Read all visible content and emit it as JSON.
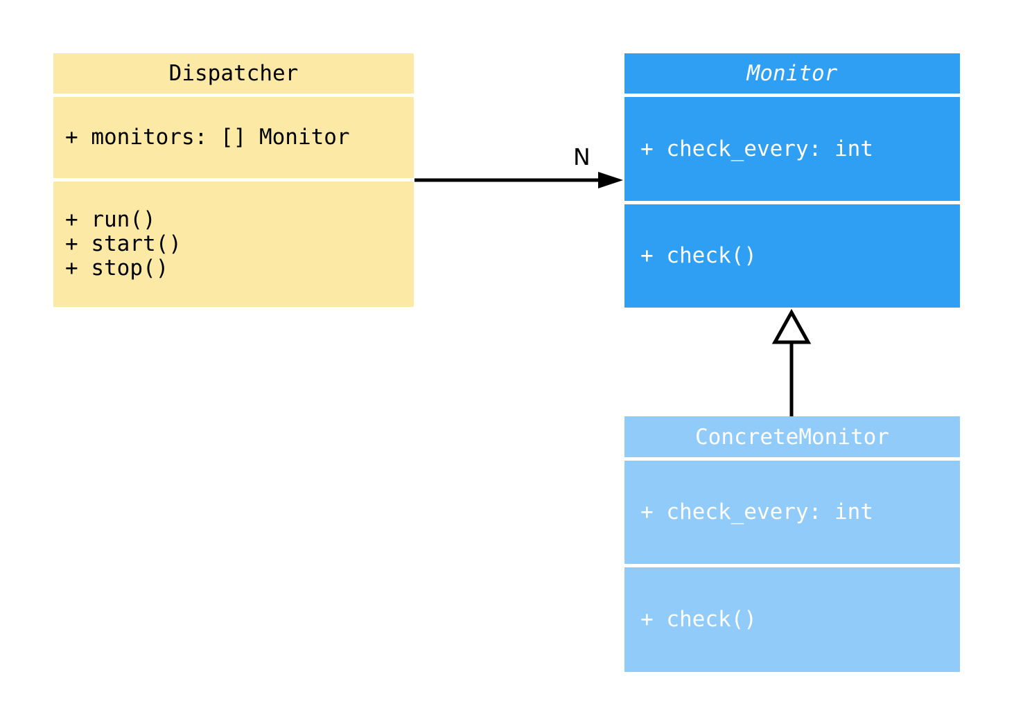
{
  "diagram": {
    "type": "uml-class-diagram",
    "background_color": "#ffffff",
    "line_color": "#000000",
    "classes": [
      {
        "id": "dispatcher",
        "name": "Dispatcher",
        "abstract": false,
        "fill": "#FBE9A5",
        "text_color": "#000000",
        "attributes": [
          "+ monitors: [] Monitor"
        ],
        "methods": [
          "+ run()",
          "+ start()",
          "+ stop()"
        ]
      },
      {
        "id": "monitor",
        "name": "Monitor",
        "abstract": true,
        "fill": "#2E9FF2",
        "text_color": "#FFFFFF",
        "attributes": [
          "+ check_every: int"
        ],
        "methods": [
          "+ check()"
        ]
      },
      {
        "id": "concrete-monitor",
        "name": "ConcreteMonitor",
        "abstract": false,
        "fill": "#90CBF9",
        "text_color": "#FFFFFF",
        "attributes": [
          "+ check_every: int"
        ],
        "methods": [
          "+ check()"
        ]
      }
    ],
    "relations": [
      {
        "type": "association",
        "from": "Dispatcher",
        "to": "Monitor",
        "label": "N"
      },
      {
        "type": "inheritance",
        "from": "ConcreteMonitor",
        "to": "Monitor",
        "label": ""
      }
    ]
  }
}
